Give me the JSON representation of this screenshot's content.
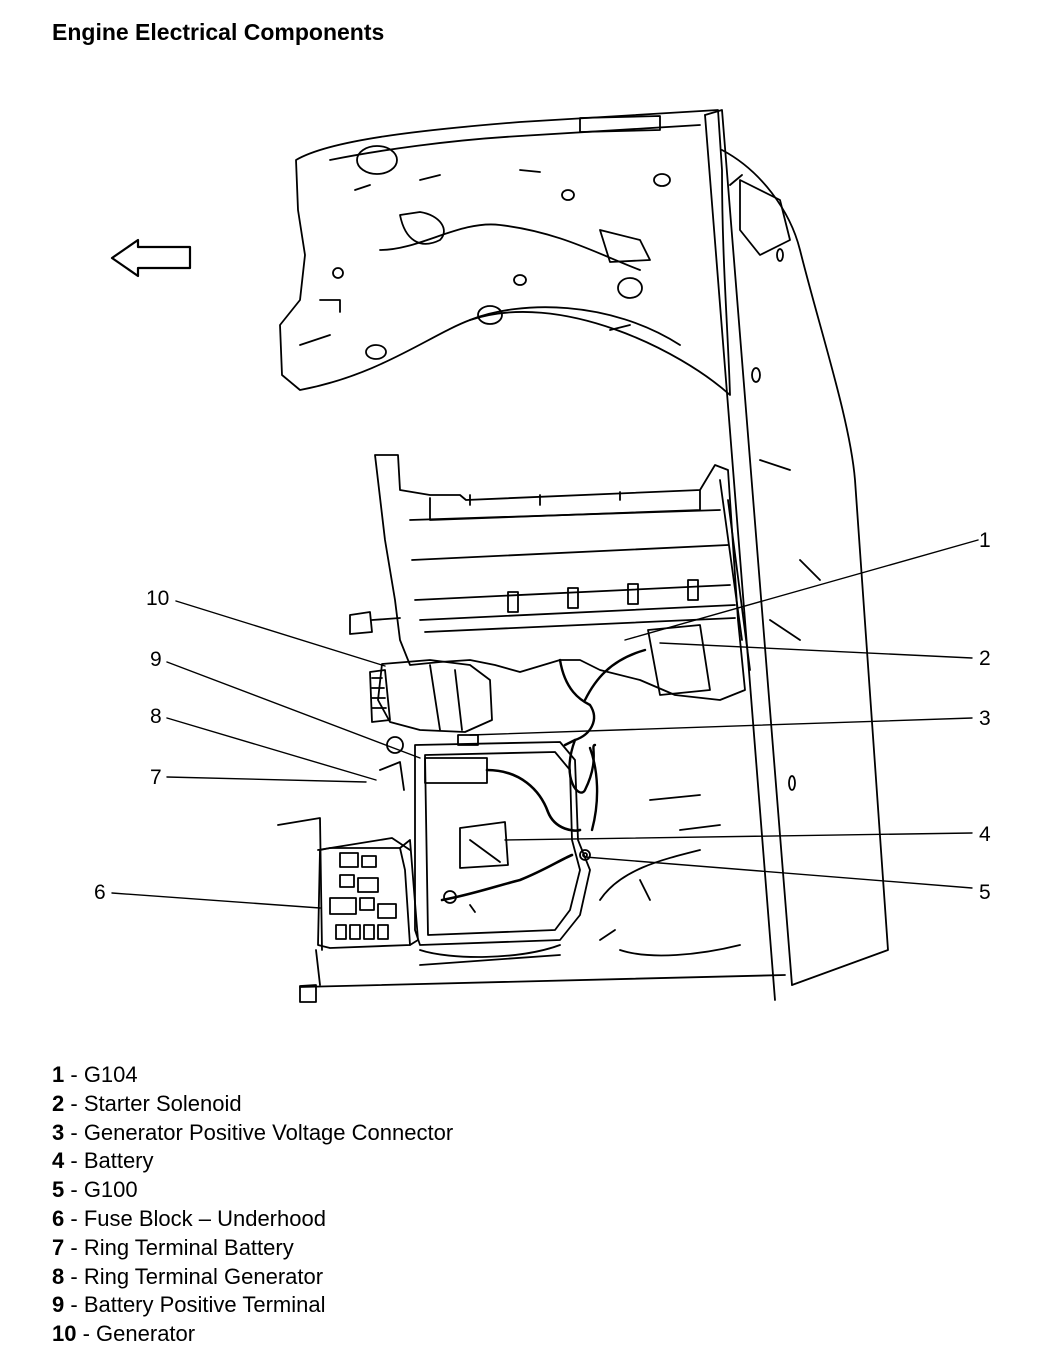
{
  "title": "Engine Electrical Components",
  "callouts": [
    "1",
    "2",
    "3",
    "4",
    "5",
    "6",
    "7",
    "8",
    "9",
    "10"
  ],
  "legend": [
    {
      "num": "1",
      "sep": " - ",
      "label": "G104"
    },
    {
      "num": "2",
      "sep": " - ",
      "label": "Starter Solenoid"
    },
    {
      "num": "3",
      "sep": " - ",
      "label": "Generator Positive Voltage Connector"
    },
    {
      "num": "4",
      "sep": " - ",
      "label": "Battery"
    },
    {
      "num": "5",
      "sep": " - ",
      "label": "G100"
    },
    {
      "num": "6",
      "sep": " - ",
      "label": "Fuse Block – Underhood"
    },
    {
      "num": "7",
      "sep": " - ",
      "label": "Ring Terminal Battery"
    },
    {
      "num": "8",
      "sep": " - ",
      "label": "Ring Terminal Generator"
    },
    {
      "num": "9",
      "sep": " - ",
      "label": "Battery Positive Terminal"
    },
    {
      "num": "10",
      "sep": " - ",
      "label": "Generator"
    }
  ],
  "colors": {
    "line": "#000000",
    "background": "#ffffff"
  }
}
